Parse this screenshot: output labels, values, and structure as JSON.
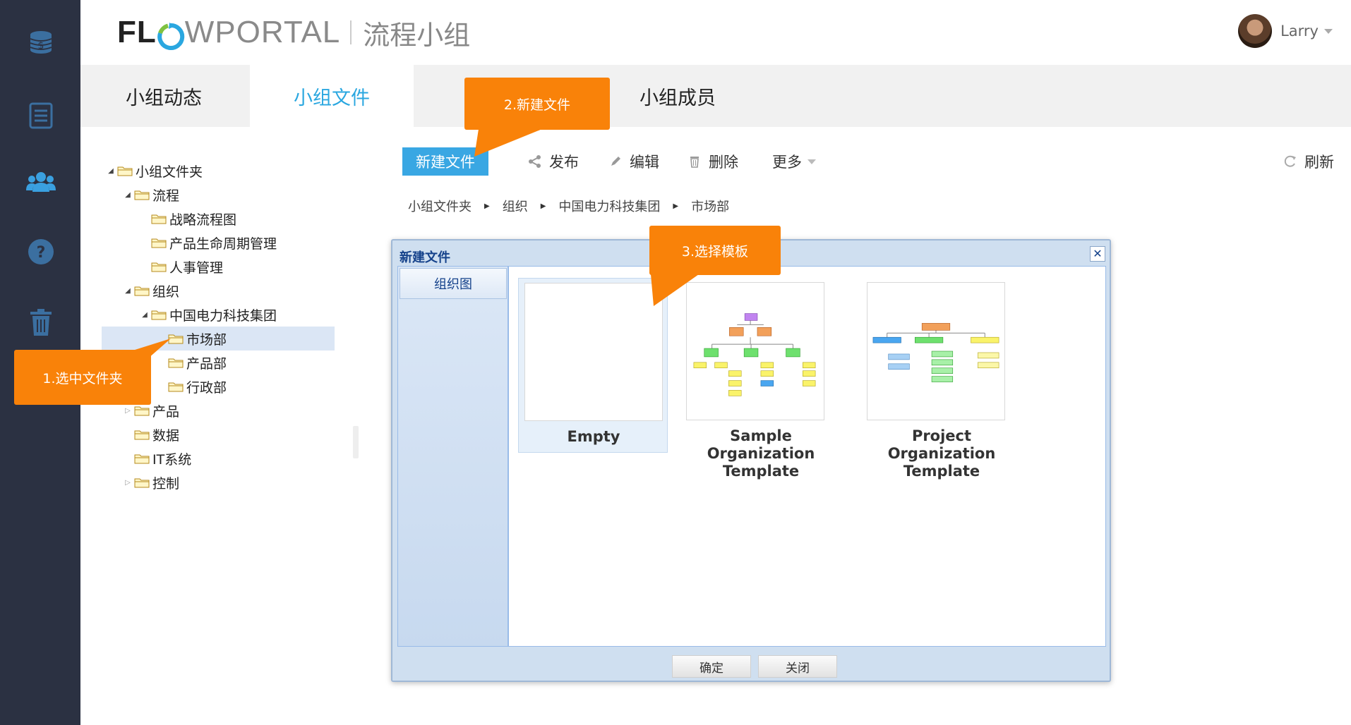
{
  "header": {
    "logo_left": "FL",
    "logo_right": "WPORTAL",
    "group_name": "流程小组",
    "user_name": "Larry"
  },
  "tabs": [
    {
      "label": "小组动态"
    },
    {
      "label": "小组文件"
    },
    {
      "label": "小组成员"
    }
  ],
  "toolbar": {
    "new_file": "新建文件",
    "publish": "发布",
    "edit": "编辑",
    "delete": "删除",
    "more": "更多",
    "refresh": "刷新"
  },
  "breadcrumb": [
    "小组文件夹",
    "组织",
    "中国电力科技集团",
    "市场部"
  ],
  "tree": [
    "小组文件夹",
    "流程",
    "战略流程图",
    "产品生命周期管理",
    "人事管理",
    "组织",
    "中国电力科技集团",
    "市场部",
    "产品部",
    "行政部",
    "产品",
    "数据",
    "IT系统",
    "控制"
  ],
  "dialog": {
    "title": "新建文件",
    "category": "组织图",
    "templates": [
      {
        "label": "Empty"
      },
      {
        "label": "Sample Organization Template"
      },
      {
        "label": "Project Organization Template"
      }
    ],
    "ok": "确定",
    "close": "关闭",
    "close_glyph": "✕"
  },
  "callouts": {
    "step1": "1.选中文件夹",
    "step2": "2.新建文件",
    "step3": "3.选择模板"
  },
  "colors": {
    "sidebar": "#2b3142",
    "sidebar_icon": "#3b6fa0",
    "sidebar_active": "#3aa0e0",
    "accent": "#39a7e3",
    "callout": "#f98209"
  },
  "icons": [
    "coins-icon",
    "document-list-icon",
    "group-icon",
    "help-icon",
    "trash-icon"
  ]
}
